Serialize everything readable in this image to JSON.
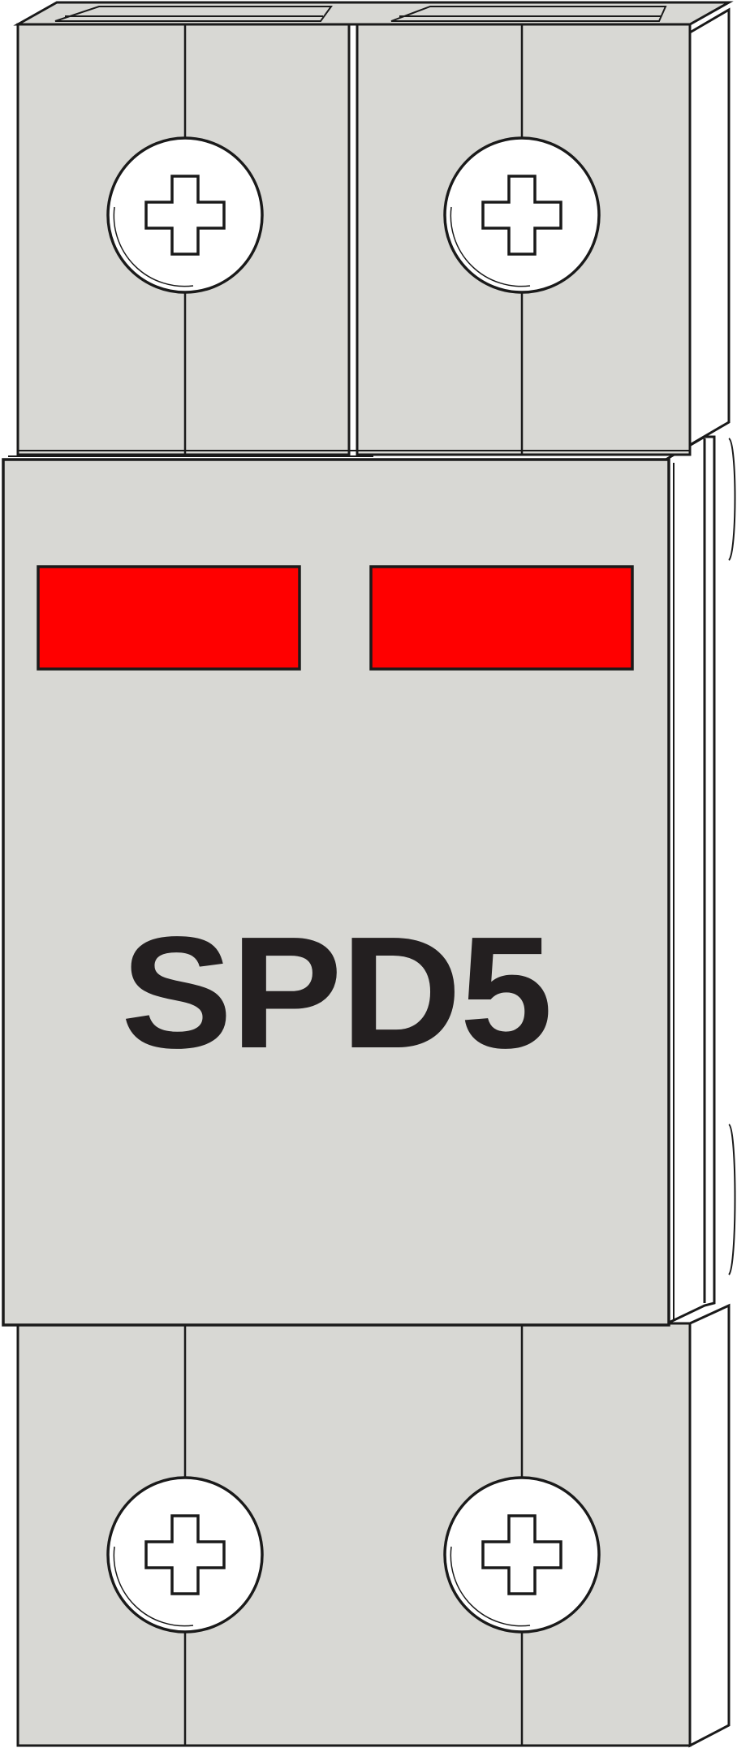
{
  "device": {
    "model_label": "SPD5",
    "colors": {
      "housing": "#d8d8d4",
      "outline": "#1a1a1a",
      "indicator": "#ff0000",
      "screw": "#ffffff",
      "side_face": "#ffffff",
      "text": "#231f20"
    },
    "indicators": [
      {
        "name": "status-indicator-pole-1",
        "state": "red"
      },
      {
        "name": "status-indicator-pole-2",
        "state": "red"
      }
    ],
    "terminals": {
      "top": [
        "terminal-screw-top-1",
        "terminal-screw-top-2"
      ],
      "bottom": [
        "terminal-screw-bottom-1",
        "terminal-screw-bottom-2"
      ],
      "icon": "cross-slot-screw-icon"
    }
  }
}
